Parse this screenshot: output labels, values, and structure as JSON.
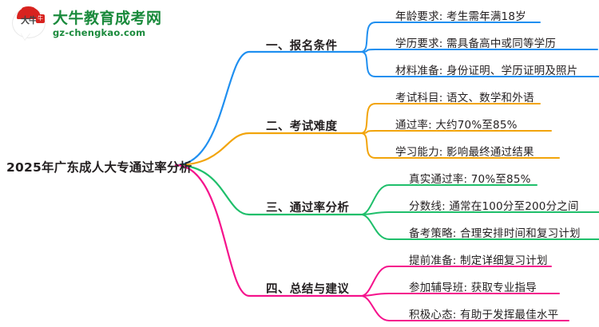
{
  "logo": {
    "mark_glyph": "大牛",
    "seal_glyph": "牛",
    "title": "大牛教育成考网",
    "domain": "gz-chengkao.com",
    "brand_color": "#1a8a3c",
    "accent_color": "#d8231f"
  },
  "mindmap": {
    "root": {
      "label": "2025年广东成人大专通过率分析"
    },
    "branches": [
      {
        "label": "一、报名条件",
        "color": "#1f8ff0",
        "children": [
          {
            "label": "年龄要求: 考生需年满18岁"
          },
          {
            "label": "学历要求: 需具备高中或同等学历"
          },
          {
            "label": "材料准备: 身份证明、学历证明及照片"
          }
        ]
      },
      {
        "label": "二、考试难度",
        "color": "#f2a40a",
        "children": [
          {
            "label": "考试科目: 语文、数学和外语"
          },
          {
            "label": "通过率: 大约70%至85%"
          },
          {
            "label": "学习能力: 影响最终通过结果"
          }
        ]
      },
      {
        "label": "三、通过率分析",
        "color": "#1fbf6b",
        "children": [
          {
            "label": "真实通过率: 70%至85%"
          },
          {
            "label": "分数线: 通常在100分至200分之间"
          },
          {
            "label": "备考策略: 合理安排时间和复习计划"
          }
        ]
      },
      {
        "label": "四、总结与建议",
        "color": "#f5128c",
        "children": [
          {
            "label": "提前准备: 制定详细复习计划"
          },
          {
            "label": "参加辅导班: 获取专业指导"
          },
          {
            "label": "积极心态: 有助于发挥最佳水平"
          }
        ]
      }
    ]
  }
}
